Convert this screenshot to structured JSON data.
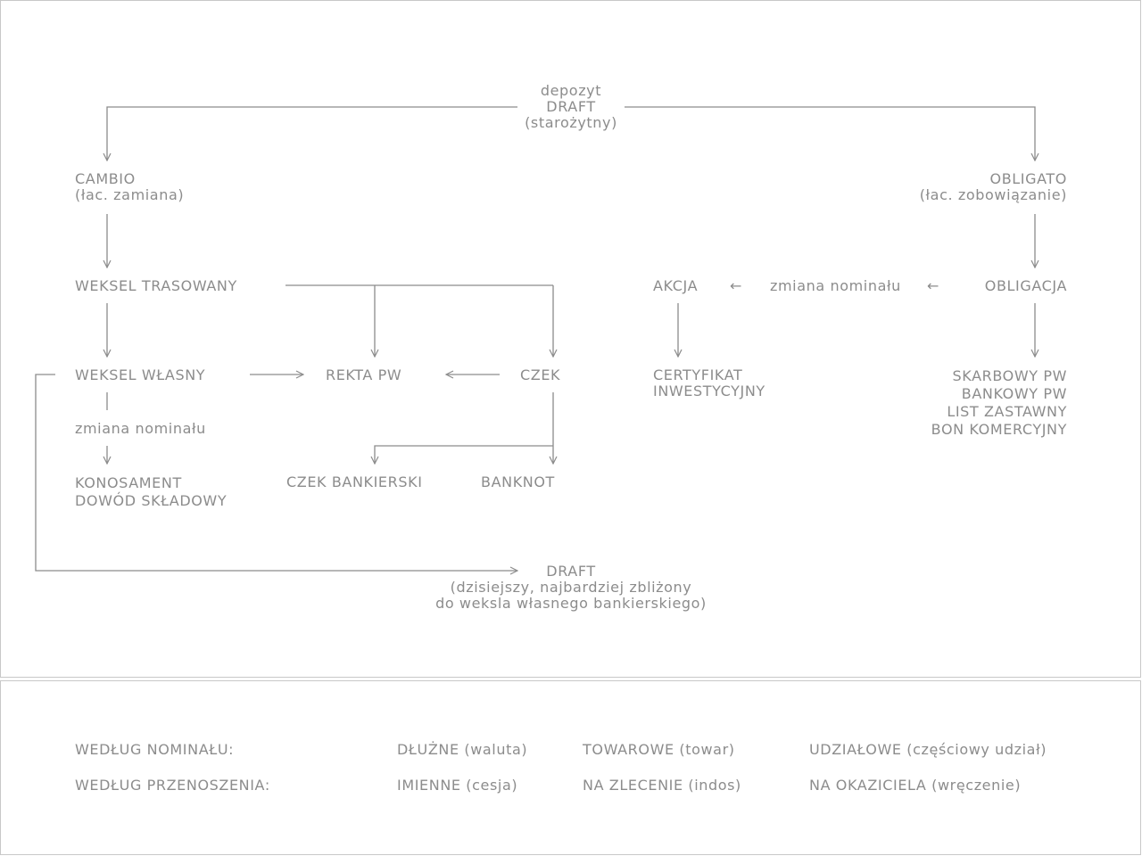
{
  "diagram": {
    "top": {
      "line1": "depozyt",
      "line2": "DRAFT",
      "line3": "(starożytny)"
    },
    "cambio": {
      "line1": "CAMBIO",
      "line2": "(łac. zamiana)"
    },
    "obligato": {
      "line1": "OBLIGATO",
      "line2": "(łac. zobowiązanie)"
    },
    "weksel_trasowany": "WEKSEL TRASOWANY",
    "akcja": "AKCJA",
    "zmiana_nominalu_right": "zmiana nominału",
    "arrow_left_glyph": "←",
    "obligacja": "OBLIGACJA",
    "weksel_wlasny": "WEKSEL WŁASNY",
    "rekta_pw": "REKTA PW",
    "czek": "CZEK",
    "certyfikat": {
      "line1": "CERTYFIKAT",
      "line2": "INWESTYCYJNY"
    },
    "skarbowy": {
      "line1": "SKARBOWY PW",
      "line2": "BANKOWY PW",
      "line3": "LIST ZASTAWNY",
      "line4": "BON KOMERCYJNY"
    },
    "zmiana_nominalu_left": "zmiana nominału",
    "konosament": {
      "line1": "KONOSAMENT",
      "line2": "DOWÓD SKŁADOWY"
    },
    "czek_bankierski": "CZEK BANKIERSKI",
    "banknot": "BANKNOT",
    "draft_today": {
      "line1": "DRAFT",
      "line2": "(dzisiejszy, najbardziej zbliżony",
      "line3": "do weksla własnego bankierskiego)"
    }
  },
  "legend": {
    "row1": {
      "label": "WEDŁUG NOMINAŁU:",
      "c1": "DŁUŻNE (waluta)",
      "c2": "TOWAROWE (towar)",
      "c3": "UDZIAŁOWE (częściowy udział)"
    },
    "row2": {
      "label": "WEDŁUG PRZENOSZENIA:",
      "c1": "IMIENNE (cesja)",
      "c2": "NA ZLECENIE (indos)",
      "c3": "NA OKAZICIELA (wręczenie)"
    }
  },
  "colors": {
    "text": "#8c8c8c",
    "line": "#8c8c8c",
    "border": "#c8c8c8"
  }
}
